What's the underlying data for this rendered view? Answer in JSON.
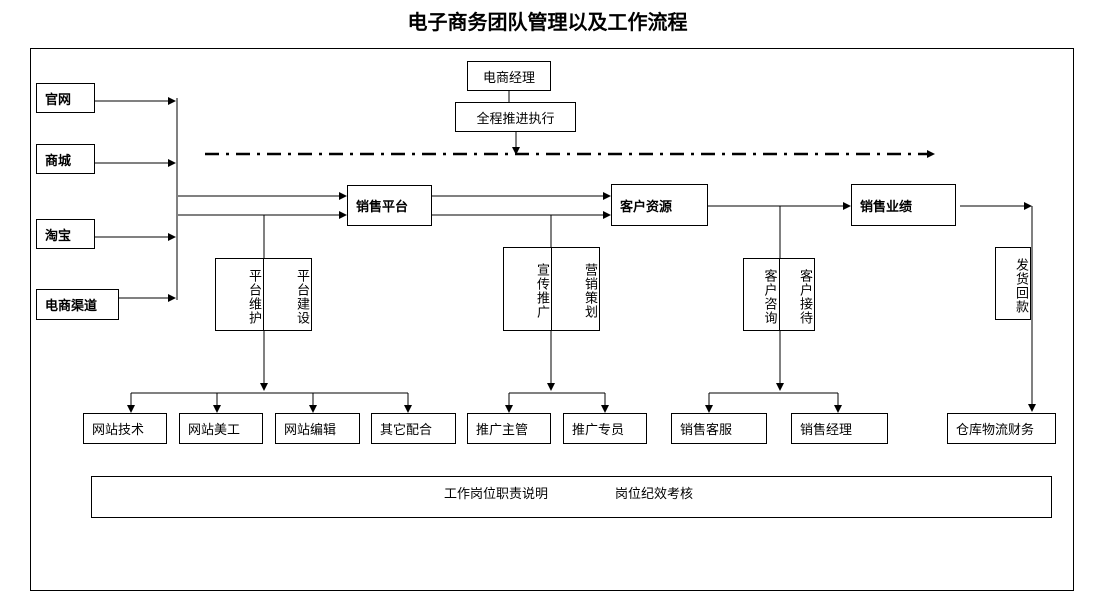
{
  "title": "电子商务团队管理以及工作流程",
  "channels": [
    "官网",
    "商城",
    "淘宝",
    "电商渠道"
  ],
  "manager": "电商经理",
  "execution": "全程推进执行",
  "stages": [
    "销售平台",
    "客户资源",
    "销售业绩"
  ],
  "platform_tasks": [
    "平台维护",
    "平台建设"
  ],
  "promotion_tasks": [
    "宣传推广",
    "营销策划"
  ],
  "customer_tasks": [
    "客户咨询",
    "客户接待"
  ],
  "delivery_task": "发货回款",
  "platform_roles": [
    "网站技术",
    "网站美工",
    "网站编辑",
    "其它配合"
  ],
  "promotion_roles": [
    "推广主管",
    "推广专员"
  ],
  "customer_roles": [
    "销售客服",
    "销售经理"
  ],
  "delivery_role": "仓库物流财务",
  "footer": {
    "duty": "工作岗位职责说明",
    "assessment": "岗位纪效考核"
  },
  "colors": {
    "line": "#000000",
    "background": "#ffffff"
  }
}
